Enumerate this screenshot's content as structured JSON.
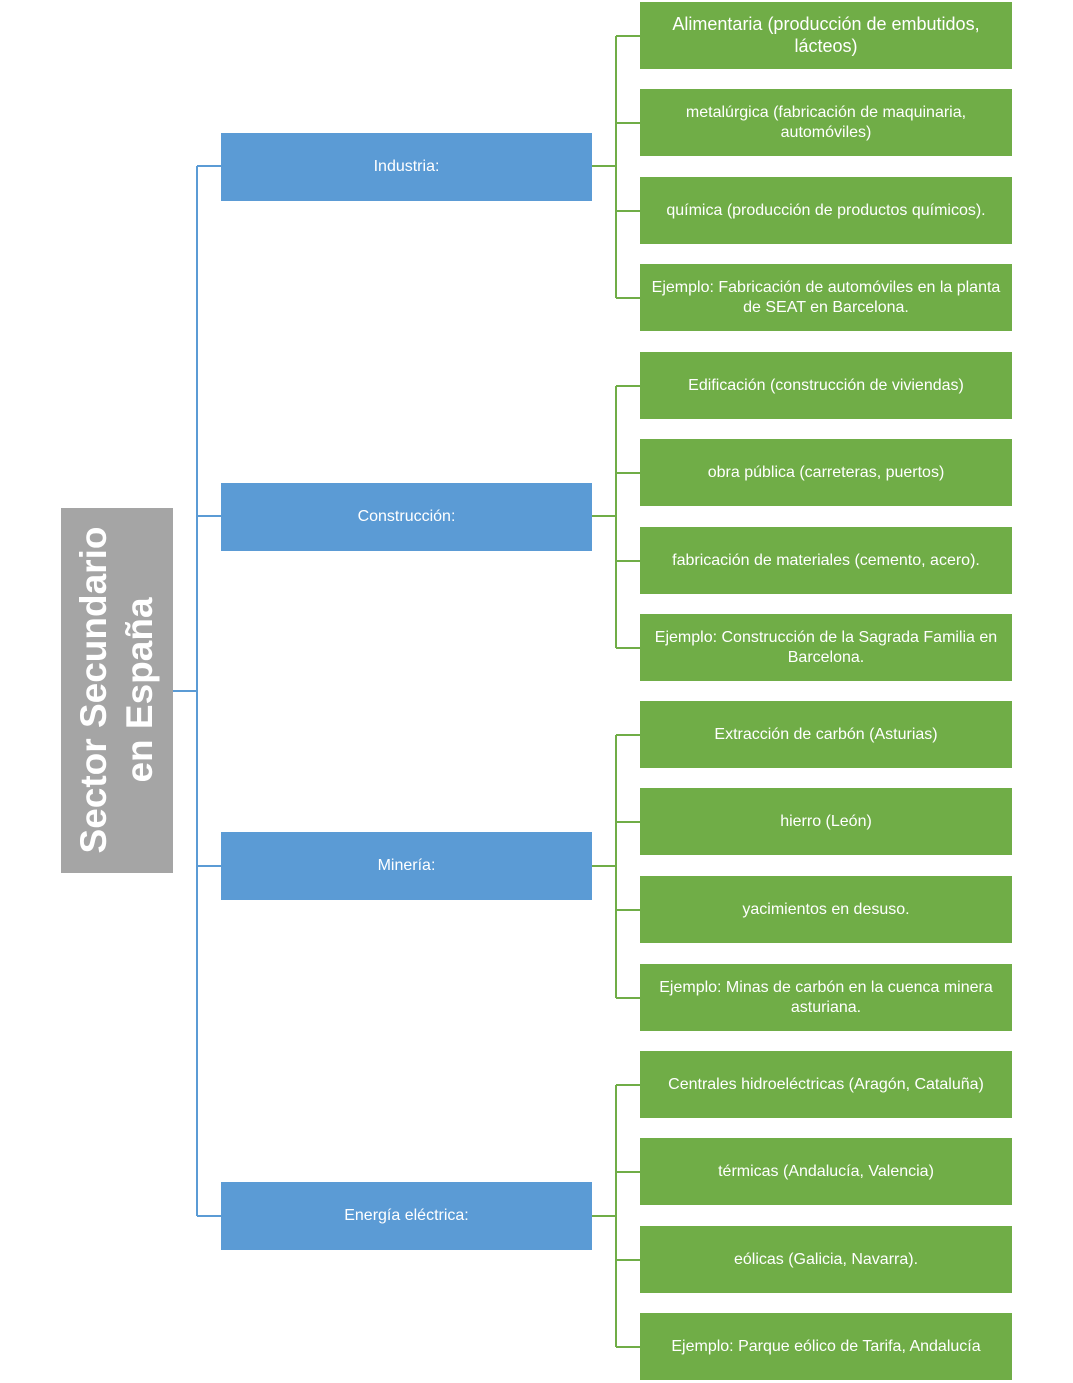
{
  "root": {
    "line1": "Sector Secundario",
    "line2": "en España"
  },
  "categories": [
    {
      "label": "Industria:",
      "items": [
        "Alimentaria (producción de embutidos, lácteos)",
        "metalúrgica (fabricación de maquinaria, automóviles)",
        "química (producción de productos químicos).",
        "Ejemplo: Fabricación de automóviles en la planta de SEAT en Barcelona."
      ]
    },
    {
      "label": "Construcción:",
      "items": [
        "Edificación (construcción de viviendas)",
        "obra pública (carreteras, puertos)",
        "fabricación de materiales (cemento, acero).",
        "Ejemplo: Construcción de la Sagrada Familia en Barcelona."
      ]
    },
    {
      "label": "Minería:",
      "items": [
        "Extracción de carbón (Asturias)",
        "hierro (León)",
        "yacimientos en desuso.",
        "Ejemplo: Minas de carbón en la cuenca minera asturiana."
      ]
    },
    {
      "label": "Energía eléctrica:",
      "items": [
        "Centrales hidroeléctricas (Aragón, Cataluña)",
        "térmicas (Andalucía, Valencia)",
        "eólicas (Galicia, Navarra).",
        "Ejemplo: Parque eólico de Tarifa, Andalucía"
      ]
    }
  ],
  "colors": {
    "root": "#a5a5a5",
    "category": "#5b9bd5",
    "leaf": "#70ad47",
    "connector_root": "#5b9bd5",
    "connector_leaf": "#70ad47"
  }
}
